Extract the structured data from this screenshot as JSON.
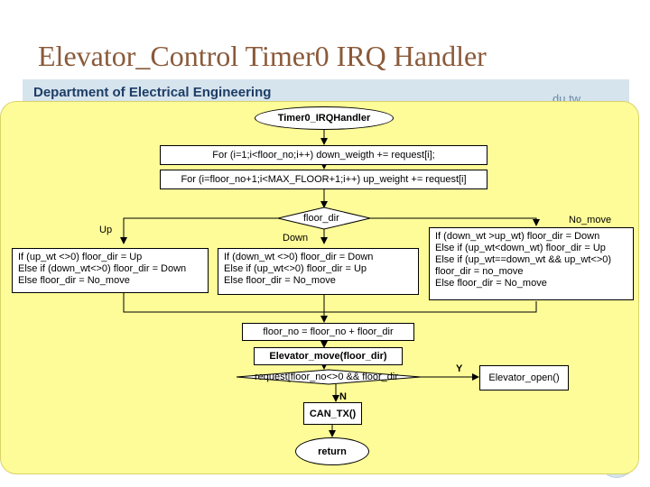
{
  "title": "Elevator_Control Timer0 IRQ Handler",
  "header": {
    "department": "Department of Electrical Engineering",
    "url_fragment": "du.tw"
  },
  "flowchart": {
    "start": "Timer0_IRQHandler",
    "loop_down": "For (i=1;i<floor_no;i++) down_weigth += request[i];",
    "loop_up": "For (i=floor_no+1;i<MAX_FLOOR+1;i++) up_weight += request[i]",
    "decision_dir": "floor_dir",
    "branch_up_label": "Up",
    "branch_down_label": "Down",
    "branch_nomove_label": "No_move",
    "up_block": "If (up_wt <>0) floor_dir = Up\nElse if (down_wt<>0) floor_dir = Down\nElse floor_dir = No_move",
    "down_block": "If (down_wt <>0) floor_dir = Down\nElse if (up_wt<>0) floor_dir = Up\nElse floor_dir = No_move",
    "nomove_block": "If (down_wt >up_wt) floor_dir = Down\nElse if (up_wt<down_wt) floor_dir = Up\nElse if (up_wt==down_wt && up_wt<>0)\nfloor_dir = no_move\nElse floor_dir = No_move",
    "update_floor": "floor_no = floor_no + floor_dir",
    "move": "Elevator_move(floor_dir)",
    "decision_request": "request[floor_no<>0 && floor_dir",
    "yes_label": "Y",
    "no_label": "N",
    "open": "Elevator_open()",
    "can_tx": "CAN_TX()",
    "end": "return"
  }
}
